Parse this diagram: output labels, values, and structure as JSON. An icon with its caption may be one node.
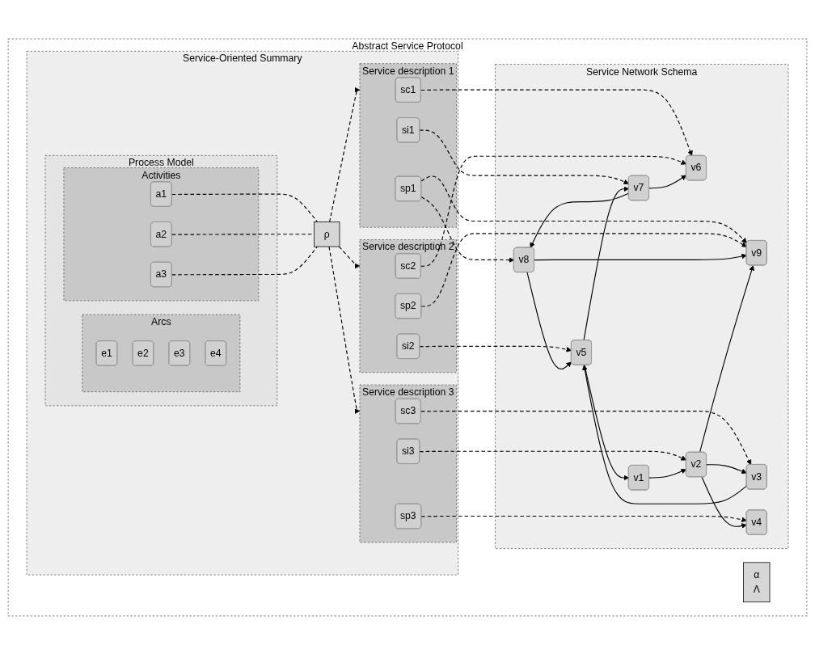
{
  "diagram": {
    "nodes": [
      {
        "text": [
          "Abstract Service Protocol"
        ]
      },
      {
        "text": [
          "Service-Oriented Summary"
        ],
        "in": 0
      },
      {
        "text": [
          "Process Model"
        ],
        "in": 1
      },
      {
        "text": [
          "Activities"
        ],
        "in": 2
      },
      {
        "text": [
          "a1"
        ],
        "in": 3
      },
      {
        "text": [
          "a2"
        ],
        "in": 3
      },
      {
        "text": [
          "a3"
        ],
        "in": 3
      },
      {
        "text": [
          "Arcs"
        ],
        "in": 2
      },
      {
        "text": [
          "e1"
        ],
        "in": 7
      },
      {
        "text": [
          "e2"
        ],
        "in": 7
      },
      {
        "text": [
          "e3"
        ],
        "in": 7
      },
      {
        "text": [
          "e4"
        ],
        "in": 7
      },
      {
        "text": [
          "ρ"
        ],
        "in": 1
      },
      {
        "text": [
          "Service description 1"
        ],
        "in": 1
      },
      {
        "text": [
          "sc1"
        ],
        "in": 13
      },
      {
        "text": [
          "si1"
        ],
        "in": 13
      },
      {
        "text": [
          "sp1"
        ],
        "in": 13
      },
      {
        "text": [
          "Service description 2"
        ],
        "in": 1
      },
      {
        "text": [
          "sc2"
        ],
        "in": 17
      },
      {
        "text": [
          "si2"
        ],
        "in": 17
      },
      {
        "text": [
          "sp2"
        ],
        "in": 17
      },
      {
        "text": [
          "Service description 3"
        ],
        "in": 1
      },
      {
        "text": [
          "sc3"
        ],
        "in": 21
      },
      {
        "text": [
          "si3"
        ],
        "in": 21
      },
      {
        "text": [
          "sp3"
        ],
        "in": 21
      },
      {
        "text": [
          "α",
          "Λ"
        ],
        "in": 0
      },
      {
        "text": [
          "Service Network Schema"
        ],
        "in": 0
      },
      {
        "text": [
          "v8"
        ],
        "in": 26
      },
      {
        "text": [
          "v9"
        ],
        "in": 26
      },
      {
        "text": [
          "v6"
        ],
        "in": 26
      },
      {
        "text": [
          "v7"
        ],
        "in": 26
      },
      {
        "text": [
          "v5"
        ],
        "in": 26
      },
      {
        "text": [
          "v3"
        ],
        "in": 26
      },
      {
        "text": [
          "v2"
        ],
        "in": 26
      },
      {
        "text": [
          "v4"
        ],
        "in": 26
      },
      {
        "text": [
          "v1"
        ],
        "in": 26
      }
    ],
    "edges": [
      {
        "from": 4,
        "to": 12,
        "arrow": "none",
        "style": "dashed"
      },
      {
        "from": 5,
        "to": 12,
        "arrow": "none",
        "style": "dashed"
      },
      {
        "from": 6,
        "to": 12,
        "arrow": "none",
        "style": "dashed"
      },
      {
        "from": 12,
        "to": 13,
        "arrow": "to",
        "style": "dashed"
      },
      {
        "from": 12,
        "to": 17,
        "arrow": "to",
        "style": "dashed"
      },
      {
        "from": 12,
        "to": 21,
        "arrow": "to",
        "style": "dashed"
      },
      {
        "from": 14,
        "to": 29,
        "arrow": "to",
        "style": "dashed"
      },
      {
        "from": 15,
        "to": 30,
        "arrow": "to",
        "style": "dashed"
      },
      {
        "from": 16,
        "to": 27,
        "arrow": "to",
        "style": "dashed"
      },
      {
        "from": 16,
        "to": 28,
        "arrow": "to",
        "style": "dashed"
      },
      {
        "from": 18,
        "to": 29,
        "arrow": "to",
        "style": "dashed"
      },
      {
        "from": 19,
        "to": 31,
        "arrow": "to",
        "style": "dashed"
      },
      {
        "from": 20,
        "to": 28,
        "arrow": "to",
        "style": "dashed"
      },
      {
        "from": 22,
        "to": 32,
        "arrow": "to",
        "style": "dashed"
      },
      {
        "from": 23,
        "to": 33,
        "arrow": "to",
        "style": "dashed"
      },
      {
        "from": 24,
        "to": 34,
        "arrow": "to",
        "style": "dashed"
      },
      {
        "from": 27,
        "to": 28,
        "arrow": "to"
      },
      {
        "from": 27,
        "to": 31,
        "arrow": "to"
      },
      {
        "from": 30,
        "to": 27,
        "arrow": "to"
      },
      {
        "from": 30,
        "to": 29,
        "arrow": "to"
      },
      {
        "from": 31,
        "to": 30,
        "arrow": "to"
      },
      {
        "from": 32,
        "to": 31,
        "arrow": "to"
      },
      {
        "from": 33,
        "to": 32,
        "arrow": "to"
      },
      {
        "from": 33,
        "to": 34,
        "arrow": "to"
      },
      {
        "from": 33,
        "to": 28,
        "arrow": "to"
      },
      {
        "from": 31,
        "to": 35,
        "arrow": "to"
      },
      {
        "from": 35,
        "to": 33,
        "arrow": "to"
      }
    ]
  }
}
